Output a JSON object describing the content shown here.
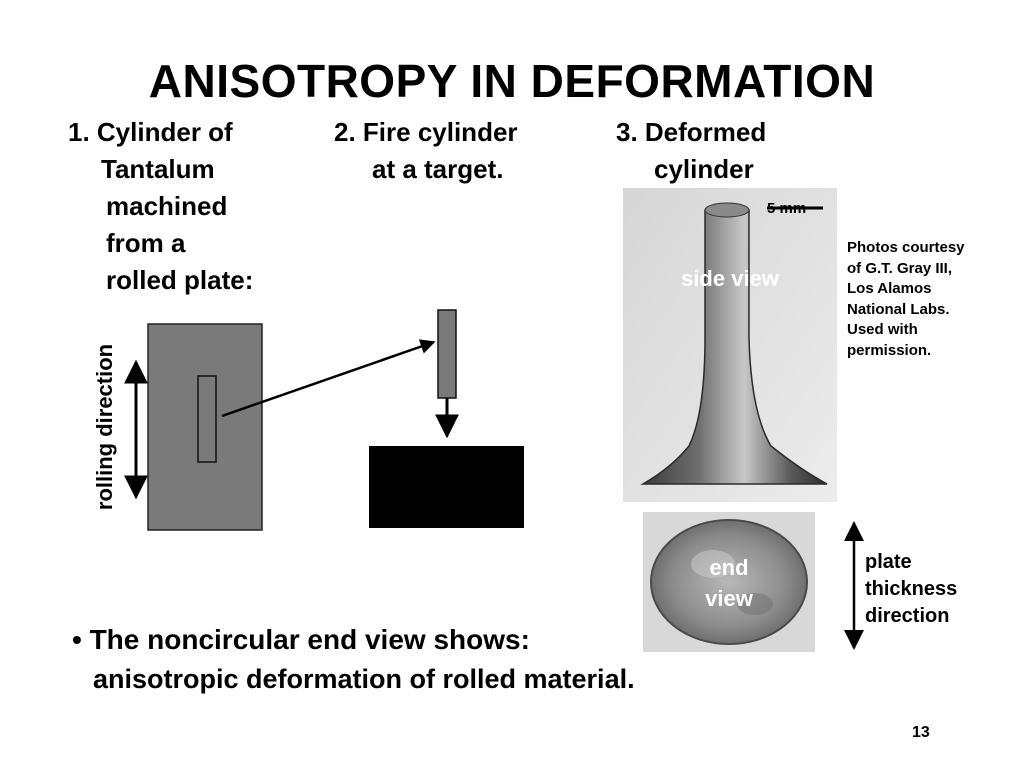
{
  "title": "ANISOTROPY IN DEFORMATION",
  "steps": [
    {
      "lines": [
        "1. Cylinder of",
        "Tantalum",
        "machined",
        "from a",
        "rolled plate:"
      ]
    },
    {
      "lines": [
        "2. Fire cylinder",
        "at a target."
      ]
    },
    {
      "lines": [
        "3. Deformed",
        "cylinder"
      ]
    }
  ],
  "labels": {
    "rolling_direction": "rolling direction",
    "side_view": "side view",
    "end_view_lines": [
      "end",
      "view"
    ],
    "scale_bar": "5 mm",
    "plate_thickness_lines": [
      "plate",
      "thickness",
      "direction"
    ]
  },
  "credit_lines": [
    "Photos courtesy",
    "of G.T. Gray III,",
    "Los Alamos",
    "National Labs.",
    "Used with",
    "permission."
  ],
  "bullet": {
    "line1": "• The noncircular end view shows:",
    "line2": "anisotropic deformation of rolled material."
  },
  "page_number": "13",
  "colors": {
    "plate_fill": "#7a7a7a",
    "target_fill": "#000000",
    "photo_bg": "#e2e2e2"
  }
}
